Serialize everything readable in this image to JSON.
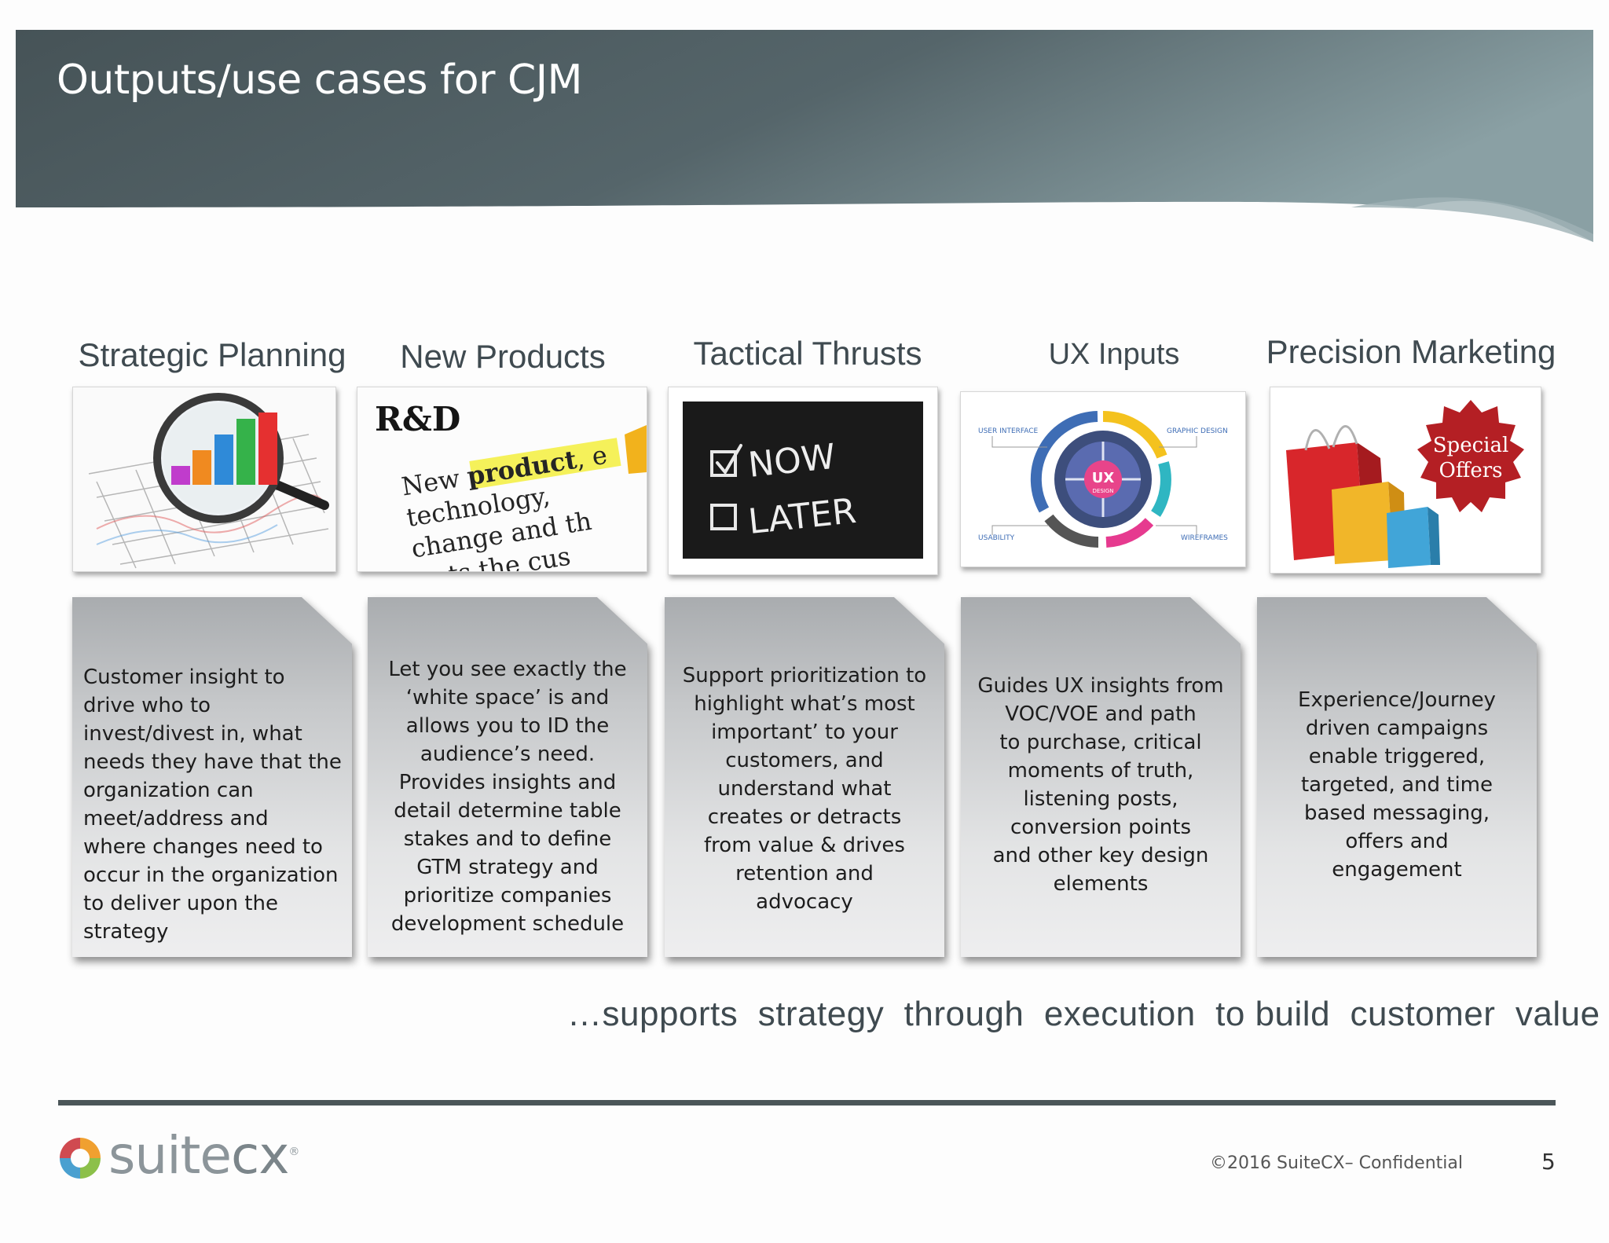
{
  "title": "Outputs/use cases for CJM",
  "columns": [
    {
      "heading": "Strategic Planning",
      "image_icon": "magnifier-chart-icon",
      "text": "Customer insight to\ndrive who to\ninvest/divest in, what\nneeds they have that the\norganization can\nmeet/address and\nwhere changes need to\noccur in the organization\nto deliver upon the\nstrategy"
    },
    {
      "heading": "New Products",
      "image_icon": "rnd-text-icon",
      "image_text": {
        "rd": "R&D",
        "l1a": "New ",
        "l1b": "product",
        "l1c": ", e",
        "l2": "technology, ",
        "l3": "change and th",
        "l4": "puts the cus"
      },
      "text": "Let you see exactly the\n‘white space’ is and\nallows you to ID the\naudience’s need.\nProvides insights and\ndetail determine table\nstakes and to define\nGTM strategy and\nprioritize companies\ndevelopment schedule"
    },
    {
      "heading": "Tactical Thrusts",
      "image_icon": "chalkboard-now-later-icon",
      "image_text": {
        "now": "NOW",
        "later": "LATER"
      },
      "text": "Support prioritization to\nhighlight what’s most\nimportant’ to your\ncustomers, and\nunderstand what\ncreates or detracts\nfrom value & drives\nretention and\nadvocacy"
    },
    {
      "heading": "UX Inputs",
      "image_icon": "ux-design-wheel-icon",
      "image_text": {
        "center": "UX",
        "center_sub": "DESIGN",
        "tl": "USER INTERFACE",
        "tr": "GRAPHIC DESIGN",
        "bl": "USABILITY",
        "br": "WIREFRAMES"
      },
      "text": "Guides UX insights from\nVOC/VOE and path\nto purchase, critical\nmoments of truth,\nlistening posts,\nconversion points\nand other key design\nelements"
    },
    {
      "heading": "Precision Marketing",
      "image_icon": "shopping-bags-special-offers-icon",
      "image_text": {
        "line1": "Special",
        "line2": "Offers"
      },
      "text": "Experience/Journey\ndriven campaigns\nenable triggered,\ntargeted, and time\nbased messaging,\noffers and\nengagement"
    }
  ],
  "tagline": "…supports  strategy  through  execution  to build  customer  value",
  "footer": {
    "logo_text_a": "suite",
    "logo_text_b": "cx",
    "logo_mark": "®",
    "copyright": "©2016 SuiteCX– Confidential",
    "page_number": "5"
  },
  "colors": {
    "banner_dark": "#4d5a5f",
    "banner_light": "#7f9498",
    "heading_text": "#3f4a50",
    "note_top": "#a9acaf",
    "note_bottom": "#eeeeef"
  }
}
